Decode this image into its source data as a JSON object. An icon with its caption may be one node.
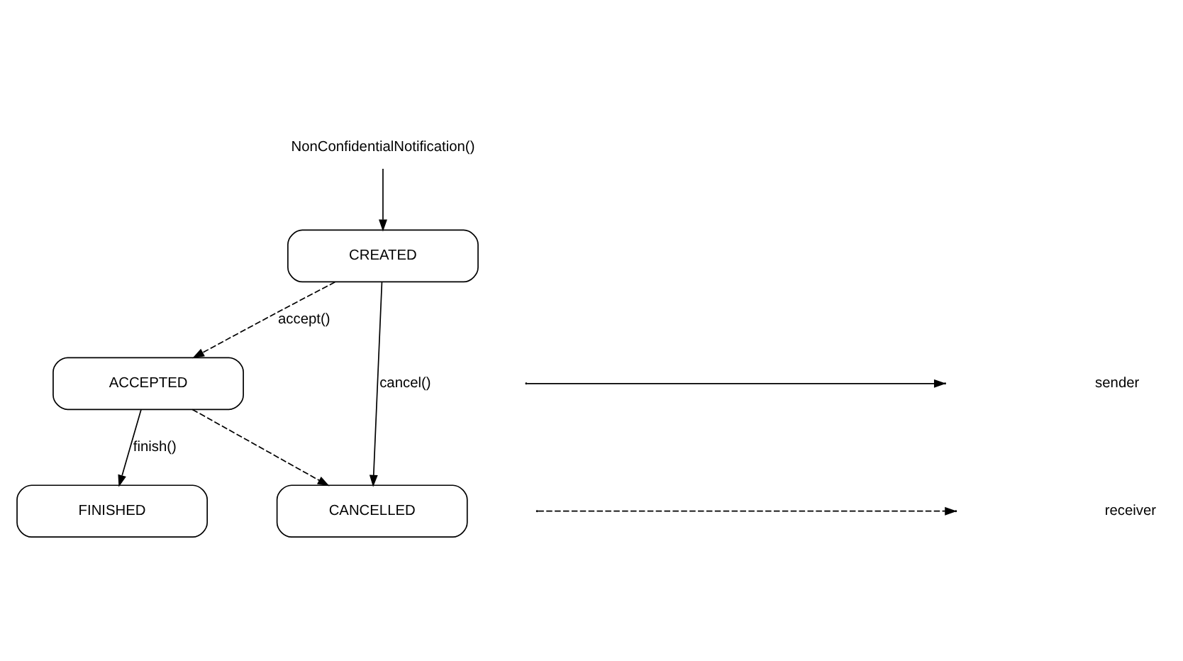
{
  "diagram": {
    "nodes": [
      {
        "text": [
          "NonConfidentialNotification()"
        ]
      },
      {
        "text": [
          "CREATED"
        ]
      },
      {
        "text": [
          "ACCEPTED"
        ]
      },
      {
        "text": [
          "FINISHED"
        ]
      },
      {
        "text": [
          "CANCELLED"
        ]
      }
    ],
    "edges": [
      {
        "from": 0,
        "to": 1,
        "arrow": "to"
      },
      {
        "from": 1,
        "to": 2,
        "arrow": "to",
        "label": "accept()",
        "style": "dashed"
      },
      {
        "from": 1,
        "to": 4,
        "arrow": "to",
        "label": "cancel()"
      },
      {
        "from": 2,
        "to": 3,
        "arrow": "to",
        "label": "finish()"
      },
      {
        "from": 2,
        "to": 4,
        "arrow": "to",
        "style": "dashed"
      }
    ],
    "legend": [
      {
        "text": "sender"
      },
      {
        "text": "receiver"
      }
    ]
  }
}
